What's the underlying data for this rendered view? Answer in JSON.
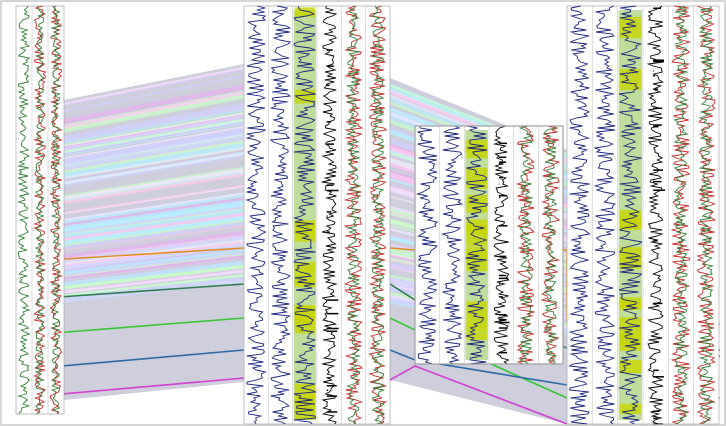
{
  "view": {
    "title": "",
    "background": "#ffffff",
    "frame_border": "#c8c8c8"
  },
  "colors": {
    "gr_curve": "#2e7d32",
    "res_curve": "#c62828",
    "dense_curve": "#1a237e",
    "lith_fill": "#8bc34a",
    "sand_fill": "#c8d400",
    "panel_fill": "#c6c6d6",
    "tint_fills": [
      "#e6b0f0",
      "#b4f0ff",
      "#c8ffc8",
      "#ffc8f0",
      "#d0d0ff",
      "#f0e6ff"
    ],
    "horizon_orange": "#e38b1f",
    "horizon_green_dark": "#2e7d4f",
    "horizon_green": "#2ec82e",
    "horizon_blue": "#2a6aa8",
    "horizon_magenta": "#d43cd4"
  },
  "wells": [
    {
      "id": "w1",
      "tracks": [
        "gamma",
        "resistivity",
        "resistivity"
      ]
    },
    {
      "id": "w2",
      "tracks": [
        "density",
        "density",
        "lithology",
        "porosity",
        "resistivity",
        "resistivity"
      ]
    },
    {
      "id": "w3",
      "tracks": [
        "density",
        "density",
        "lithology",
        "porosity",
        "resistivity",
        "resistivity"
      ]
    },
    {
      "id": "w4",
      "tracks": [
        "density",
        "density",
        "lithology",
        "porosity",
        "resistivity",
        "resistivity"
      ]
    }
  ],
  "horizons": [
    {
      "name": "horizon-orange",
      "color": "#e38b1f"
    },
    {
      "name": "horizon-green-dark",
      "color": "#2e7d4f"
    },
    {
      "name": "horizon-green",
      "color": "#2ec82e"
    },
    {
      "name": "horizon-blue",
      "color": "#2a6aa8"
    },
    {
      "name": "horizon-magenta",
      "color": "#d43cd4"
    }
  ]
}
